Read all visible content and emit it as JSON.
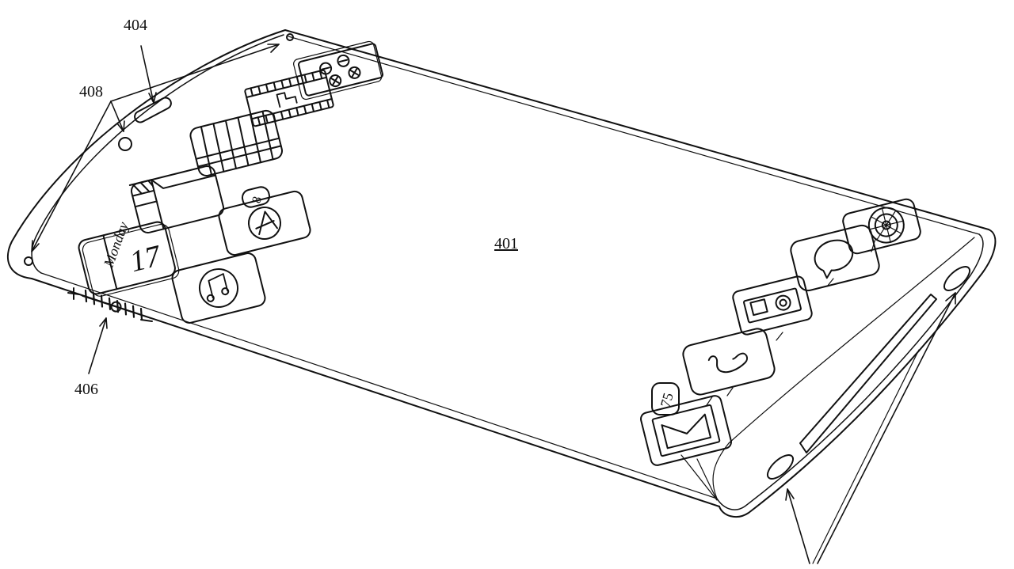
{
  "refs": {
    "speaker": "404",
    "sensors": "408",
    "volume": "406",
    "display": "401"
  },
  "calendar": {
    "day": "Monday",
    "date": "17"
  },
  "badges": {
    "app_store": "8",
    "mail": "75"
  },
  "volume": {
    "plus": "+",
    "minus": "−",
    "level": 0.55
  },
  "icons": [
    "calculator-icon",
    "film-strip-icon",
    "notes-icon",
    "clapper-icon",
    "app-store-icon",
    "calendar-icon",
    "music-icon",
    "settings-gear-icon",
    "messages-icon",
    "camera-icon",
    "phone-icon",
    "mail-icon"
  ],
  "colors": {
    "ink": "#111111",
    "paper": "#ffffff"
  }
}
